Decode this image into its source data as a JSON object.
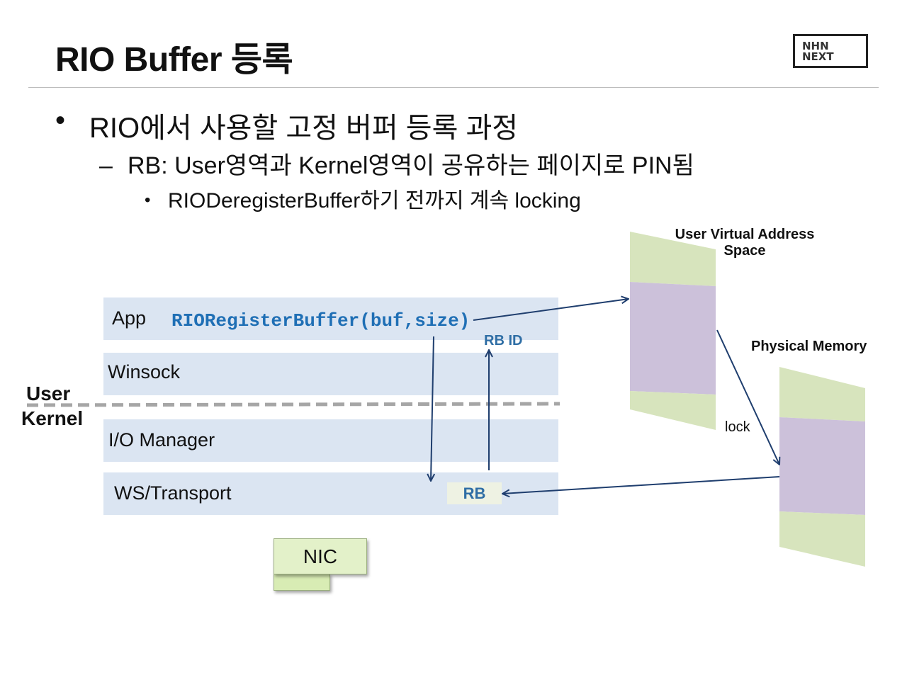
{
  "title": "RIO Buffer 등록",
  "logo": {
    "line1": "NHN",
    "line2": "NEXT"
  },
  "bullets": {
    "level1": "RIO에서 사용할 고정 버퍼 등록 과정",
    "level2": "RB: User영역과 Kernel영역이 공유하는 페이지로 PIN됨",
    "level3": "RIODeregisterBuffer하기 전까지 계속 locking"
  },
  "diagram": {
    "layers": {
      "app": "App",
      "winsock": "Winsock",
      "io_manager": "I/O Manager",
      "ws_transport": "WS/Transport"
    },
    "api_call": "RIORegisterBuffer(buf,size)",
    "rb_id": "RB ID",
    "rb": "RB",
    "user_label": "User",
    "kernel_label": "Kernel",
    "nic": "NIC",
    "uvas_label_line1": "User Virtual Address",
    "uvas_label_line2": "Space",
    "physical_memory_label": "Physical Memory",
    "lock_label": "lock",
    "colors": {
      "layer_fill": "#dbe5f2",
      "green_region": "#d7e4bd",
      "purple_region": "#ccc1da",
      "arrow": "#1f3e6e",
      "api_text": "#1f6fb5",
      "dashed_line": "#a6a6a6"
    }
  }
}
